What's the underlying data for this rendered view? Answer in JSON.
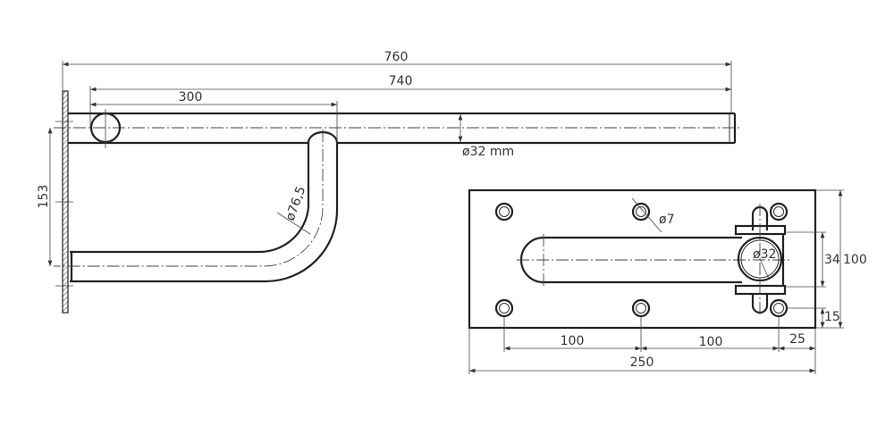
{
  "side_view": {
    "dim_overall_length": "760",
    "dim_tube_length": "740",
    "dim_bracket_offset": "300",
    "dim_height": "153",
    "dim_bend_diameter": "ø76,5",
    "dim_tube_diameter": "ø32 mm"
  },
  "plate_view": {
    "dim_hole_diameter": "ø7",
    "dim_tube_diameter": "ø32",
    "dim_clamp_height": "34",
    "dim_plate_height": "100",
    "dim_hole_edge_offset": "15",
    "dim_hole_spacing_1": "100",
    "dim_hole_spacing_2": "100",
    "dim_edge_offset": "25",
    "dim_plate_width": "250"
  }
}
